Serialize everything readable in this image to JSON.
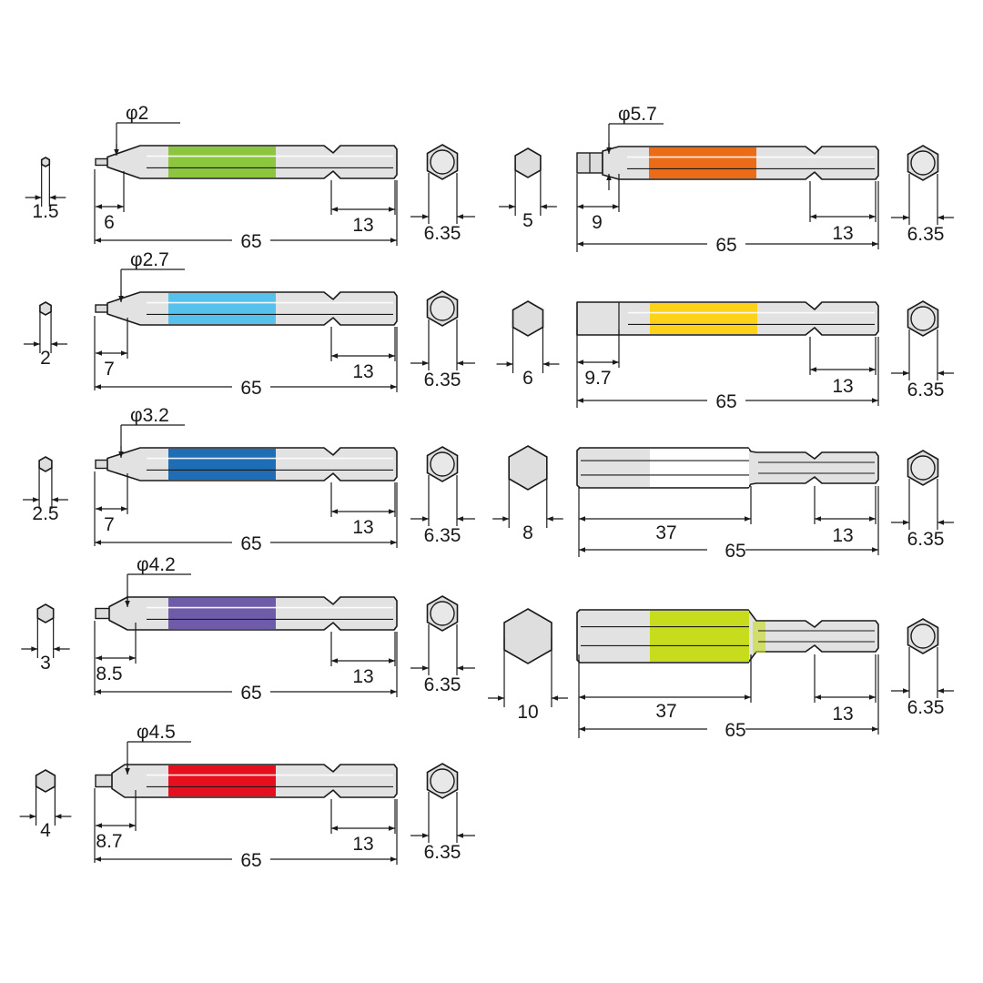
{
  "bits_left": [
    {
      "hex_size": "1.5",
      "diameter_label": "φ2",
      "tip_length": "6",
      "shank_length": "13",
      "total_length": "65",
      "shank_hex": "6.35",
      "band_color": "#8cc63f"
    },
    {
      "hex_size": "2",
      "diameter_label": "φ2.7",
      "tip_length": "7",
      "shank_length": "13",
      "total_length": "65",
      "shank_hex": "6.35",
      "band_color": "#56c1ec"
    },
    {
      "hex_size": "2.5",
      "diameter_label": "φ3.2",
      "tip_length": "7",
      "shank_length": "13",
      "total_length": "65",
      "shank_hex": "6.35",
      "band_color": "#1f6db5"
    },
    {
      "hex_size": "3",
      "diameter_label": "φ4.2",
      "tip_length": "8.5",
      "shank_length": "13",
      "total_length": "65",
      "shank_hex": "6.35",
      "band_color": "#6f5ca8"
    },
    {
      "hex_size": "4",
      "diameter_label": "φ4.5",
      "tip_length": "8.7",
      "shank_length": "13",
      "total_length": "65",
      "shank_hex": "6.35",
      "band_color": "#e60f1e"
    }
  ],
  "bits_right": [
    {
      "hex_size": "5",
      "diameter_label": "φ5.7",
      "tip_length": "9",
      "shank_length": "13",
      "total_length": "65",
      "shank_hex": "6.35",
      "band_color": "#ec6b16"
    },
    {
      "hex_size": "6",
      "diameter_label": "",
      "tip_length": "9.7",
      "shank_length": "13",
      "total_length": "65",
      "shank_hex": "6.35",
      "band_color": "#ffd21a"
    },
    {
      "hex_size": "8",
      "diameter_label": "",
      "tip_length": "37",
      "shank_length": "13",
      "total_length": "65",
      "shank_hex": "6.35",
      "band_color": "#ffffff"
    },
    {
      "hex_size": "10",
      "diameter_label": "",
      "tip_length": "37",
      "shank_length": "13",
      "total_length": "65",
      "shank_hex": "6.35",
      "band_color": "#c8dc1e"
    }
  ]
}
